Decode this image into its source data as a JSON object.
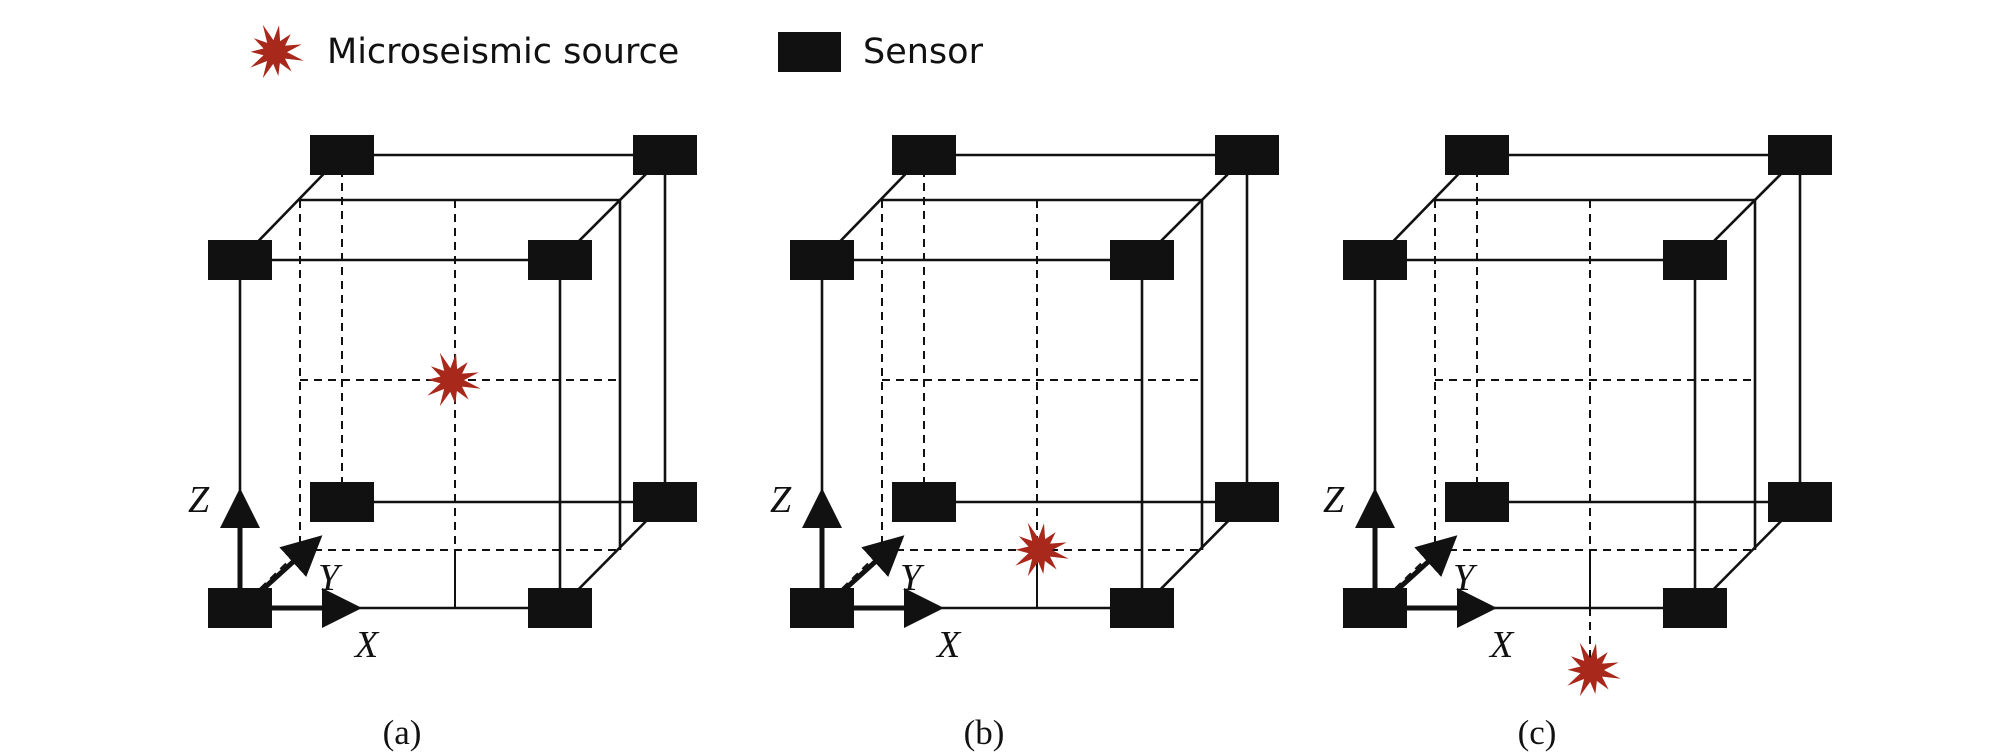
{
  "legend": {
    "source_label": "Microseismic source",
    "sensor_label": "Sensor"
  },
  "colors": {
    "source": "#a8291c",
    "sensor": "#111111",
    "lines": "#111111"
  },
  "icons": {
    "source": "starburst-icon",
    "sensor": "black-rectangle"
  },
  "panels": [
    {
      "label": "(a)",
      "x_axis": "X",
      "y_axis": "Y",
      "z_axis": "Z",
      "source_position": "center of the sensor cube"
    },
    {
      "label": "(b)",
      "x_axis": "X",
      "y_axis": "Y",
      "z_axis": "Z",
      "source_position": "bottom face of the sensor cube"
    },
    {
      "label": "(c)",
      "x_axis": "X",
      "y_axis": "Y",
      "z_axis": "Z",
      "source_position": "below the sensor cube"
    }
  ]
}
